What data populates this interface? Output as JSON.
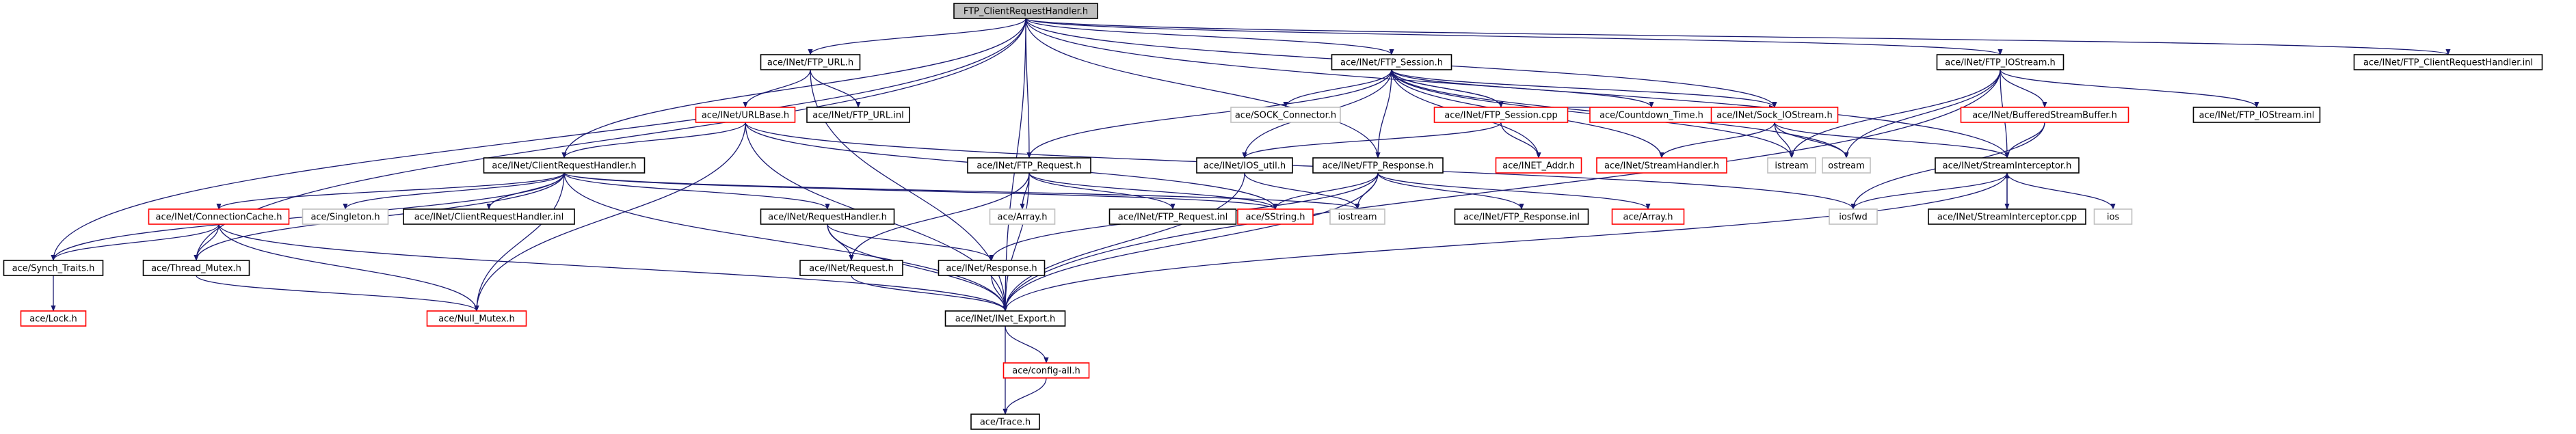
{
  "title": "FTP_ClientRequestHandler.h",
  "colors": {
    "root_fill": "#bfbfbf",
    "node_fill": "#ffffff",
    "border_black": "#000000",
    "border_red": "#ff0000",
    "border_gray": "#bfbfbf",
    "edge": "#191970"
  },
  "nodes": {
    "root": {
      "label": "FTP_ClientRequestHandler.h",
      "border": "black",
      "fill": "root"
    },
    "ftp_url_h": {
      "label": "ace/INet/FTP_URL.h",
      "border": "black"
    },
    "ftp_session_h": {
      "label": "ace/INet/FTP_Session.h",
      "border": "black"
    },
    "ftp_iostream_h": {
      "label": "ace/INet/FTP_IOStream.h",
      "border": "black"
    },
    "ftp_crh_inl": {
      "label": "ace/INet/FTP_ClientRequestHandler.inl",
      "border": "black"
    },
    "urlbase_h": {
      "label": "ace/INet/URLBase.h",
      "border": "red"
    },
    "ftp_url_inl": {
      "label": "ace/INet/FTP_URL.inl",
      "border": "black"
    },
    "sock_connector_h": {
      "label": "ace/SOCK_Connector.h",
      "border": "gray"
    },
    "ftp_session_cpp": {
      "label": "ace/INet/FTP_Session.cpp",
      "border": "red"
    },
    "countdown_time_h": {
      "label": "ace/Countdown_Time.h",
      "border": "red"
    },
    "sock_iostream_h": {
      "label": "ace/INet/Sock_IOStream.h",
      "border": "red"
    },
    "buffered_sb_h": {
      "label": "ace/INet/BufferedStreamBuffer.h",
      "border": "red"
    },
    "ftp_iostream_inl": {
      "label": "ace/INet/FTP_IOStream.inl",
      "border": "black"
    },
    "client_rh_h": {
      "label": "ace/INet/ClientRequestHandler.h",
      "border": "black"
    },
    "ftp_request_h": {
      "label": "ace/INet/FTP_Request.h",
      "border": "black"
    },
    "ios_util_h": {
      "label": "ace/INet/IOS_util.h",
      "border": "black"
    },
    "ftp_response_h": {
      "label": "ace/INet/FTP_Response.h",
      "border": "black"
    },
    "inet_addr_h": {
      "label": "ace/INET_Addr.h",
      "border": "red"
    },
    "stream_handler_h": {
      "label": "ace/INet/StreamHandler.h",
      "border": "red"
    },
    "istream": {
      "label": "istream",
      "border": "gray"
    },
    "ostream": {
      "label": "ostream",
      "border": "gray"
    },
    "stream_interceptor_h": {
      "label": "ace/INet/StreamInterceptor.h",
      "border": "black"
    },
    "connection_cache_h": {
      "label": "ace/INet/ConnectionCache.h",
      "border": "red"
    },
    "singleton_h": {
      "label": "ace/Singleton.h",
      "border": "gray"
    },
    "client_rh_inl": {
      "label": "ace/INet/ClientRequestHandler.inl",
      "border": "black"
    },
    "request_handler_h": {
      "label": "ace/INet/RequestHandler.h",
      "border": "black"
    },
    "array_h_gray": {
      "label": "ace/Array.h",
      "border": "gray"
    },
    "ftp_request_inl": {
      "label": "ace/INet/FTP_Request.inl",
      "border": "black"
    },
    "sstring_h": {
      "label": "ace/SString.h",
      "border": "red"
    },
    "iostream": {
      "label": "iostream",
      "border": "gray"
    },
    "ftp_response_inl": {
      "label": "ace/INet/FTP_Response.inl",
      "border": "black"
    },
    "array_h_red": {
      "label": "ace/Array.h",
      "border": "red"
    },
    "iosfwd": {
      "label": "iosfwd",
      "border": "gray"
    },
    "stream_interceptor_cpp": {
      "label": "ace/INet/StreamInterceptor.cpp",
      "border": "black"
    },
    "ios": {
      "label": "ios",
      "border": "gray"
    },
    "synch_traits_h": {
      "label": "ace/Synch_Traits.h",
      "border": "black"
    },
    "thread_mutex_h": {
      "label": "ace/Thread_Mutex.h",
      "border": "black"
    },
    "request_h": {
      "label": "ace/INet/Request.h",
      "border": "black"
    },
    "response_h": {
      "label": "ace/INet/Response.h",
      "border": "black"
    },
    "lock_h": {
      "label": "ace/Lock.h",
      "border": "red"
    },
    "null_mutex_h": {
      "label": "ace/Null_Mutex.h",
      "border": "red"
    },
    "inet_export_h": {
      "label": "ace/INet/INet_Export.h",
      "border": "black"
    },
    "config_all_h": {
      "label": "ace/config-all.h",
      "border": "red"
    },
    "trace_h": {
      "label": "ace/Trace.h",
      "border": "black"
    }
  }
}
